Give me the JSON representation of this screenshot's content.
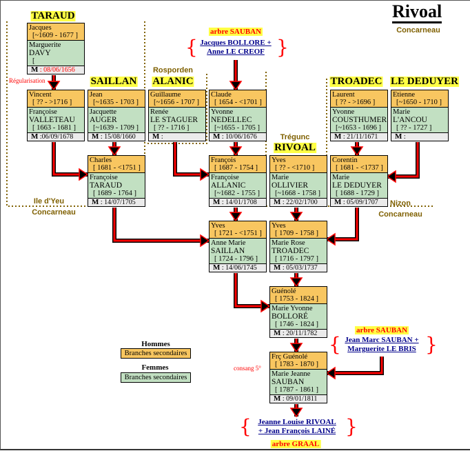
{
  "title": "Rivoal",
  "title_place": "Concarneau",
  "families": [
    "TARAUD",
    "SAILLAN",
    "ALANIC",
    "RIVOAL",
    "TROADEC",
    "LE DEDUYER"
  ],
  "places": {
    "rosporden": "Rosporden",
    "tregunc": "Trégunc",
    "ile_dyeu": "Ile d'Yeu",
    "concarneau_left": "Concarneau",
    "nizon": "Nizon",
    "concarneau_right": "Concarneau"
  },
  "notes": {
    "regularisation": "Régularisation",
    "consang": "consang 5°"
  },
  "persons": [
    {
      "husband": "Jacques",
      "husband_dates": "[~1609 - 1677 ]",
      "wife": "Marguerite",
      "wife_surname": "DAVY",
      "wife_dates": "[",
      "m": "M",
      "date": ": 08/06/1656"
    },
    {
      "husband": "Vincent",
      "husband_dates": "[ ?? - >1716 ]",
      "wife": "Françoise",
      "wife_surname": "VALLETEAU",
      "wife_dates": "[ 1663 - 1681 ]",
      "m": "M",
      "date": ":06/09/1678"
    },
    {
      "husband": "Jean",
      "husband_dates": "[~1635 - 1703 ]",
      "wife": "Jacquette",
      "wife_surname": "AUGER",
      "wife_dates": "[~1639 - 1709 ]",
      "m": "M",
      "date": ": 15/08/1660"
    },
    {
      "husband": "Guillaume",
      "husband_dates": "[~1656 - 1707 ]",
      "wife": "Renée",
      "wife_surname": "LE STAGUER",
      "wife_dates": "[ ?? - 1716 ]",
      "m": "M",
      "date": ":"
    },
    {
      "husband": "Claude",
      "husband_dates": "[ 1654 - <1701 ]",
      "wife": "Yvonne",
      "wife_surname": "NEDELLEC",
      "wife_dates": "[~1655 - 1705 ]",
      "m": "M",
      "date": ": 10/06/1676"
    },
    {
      "husband": "Laurent",
      "husband_dates": "[ ?? - >1696 ]",
      "wife": "Yvonne",
      "wife_surname": "COUSTHUMER",
      "wife_dates": "[~1653 - 1696 ]",
      "m": "M",
      "date": ": 21/11/1671"
    },
    {
      "husband": "Etienne",
      "husband_dates": "[~1650 - 1710 ]",
      "wife": "Marie",
      "wife_surname": "L'ANCOU",
      "wife_dates": "[ ?? - 1727 ]",
      "m": "M",
      "date": ":"
    },
    {
      "husband": "Charles",
      "husband_dates": "[ 1681 - <1751 ]",
      "wife": "Françoise",
      "wife_surname": "TARAUD",
      "wife_dates": "[ 1689 - 1764 ]",
      "m": "M",
      "date": ": 14/07/1705"
    },
    {
      "husband": "François",
      "husband_dates": "[ 1687 - 1754 ]",
      "wife": "Françoise",
      "wife_surname": "ALLANIC",
      "wife_dates": "[~1682 - 1755 ]",
      "m": "M",
      "date": ": 14/01/1708"
    },
    {
      "husband": "Yves",
      "husband_dates": "[ ?? - <1710 ]",
      "wife": "Marie",
      "wife_surname": "OLLIVIER",
      "wife_dates": "[~1668 - 1758 ]",
      "m": "M",
      "date": ": 22/02/1700"
    },
    {
      "husband": "Corentin",
      "husband_dates": "[ 1681 - <1737 ]",
      "wife": "Marie",
      "wife_surname": "LE DEDUYER",
      "wife_dates": "[ 1688 - 1729 ]",
      "m": "M",
      "date": ": 05/09/1707"
    },
    {
      "husband": "Yves",
      "husband_dates": "[ 1721 - <1751 ]",
      "wife": "Anne Marie",
      "wife_surname": "SAILLAN",
      "wife_dates": "[ 1724 - 1796 ]",
      "m": "M",
      "date": ": 14/06/1745"
    },
    {
      "husband": "Yves",
      "husband_dates": "[ 1709 - 1758 ]",
      "wife": "Marie Rose",
      "wife_surname": "TROADEC",
      "wife_dates": "[ 1716 - 1797 ]",
      "m": "M",
      "date": ": 05/03/1737"
    },
    {
      "husband": "Guénolé",
      "husband_dates": "[ 1753 - 1824 ]",
      "wife": "Marie Yvonne",
      "wife_surname": "BOLLORÉ",
      "wife_dates": "[ 1746 - 1824 ]",
      "m": "M",
      "date": ": 20/11/1782"
    },
    {
      "husband": "Frç Guénolé",
      "husband_dates": "[ 1783 - 1870 ]",
      "wife": "Marie Jeanne",
      "wife_surname": "SAUBAN",
      "wife_dates": "[ 1787 - 1861 ]",
      "m": "M",
      "date": ": 09/01/1811"
    }
  ],
  "links": {
    "top": {
      "arbre": "arbre SAUBAN",
      "line1": "Jacques BOLLORE +",
      "line2": "Anne LE CREOF"
    },
    "right": {
      "arbre": "arbre SAUBAN",
      "line1": "Jean Marc SAUBAN +",
      "line2": "Marguerite LE BRIS"
    },
    "bottom": {
      "arbre": "arbre GRAAL",
      "line1": "Jeanne Louise RIVOAL",
      "line2": "+ Jean François LAINÉ"
    }
  },
  "legend": {
    "men": "Hommes",
    "men_box": "Branches secondaires",
    "women": "Femmes",
    "women_box": "Branches secondaires"
  },
  "colors": {
    "male": "#f8c660",
    "female": "#c2e0c2",
    "marriage": "#ebebeb",
    "arrow": "#ff0000",
    "place": "#7f6000",
    "highlight": "#ffff44",
    "link": "#00008b"
  }
}
